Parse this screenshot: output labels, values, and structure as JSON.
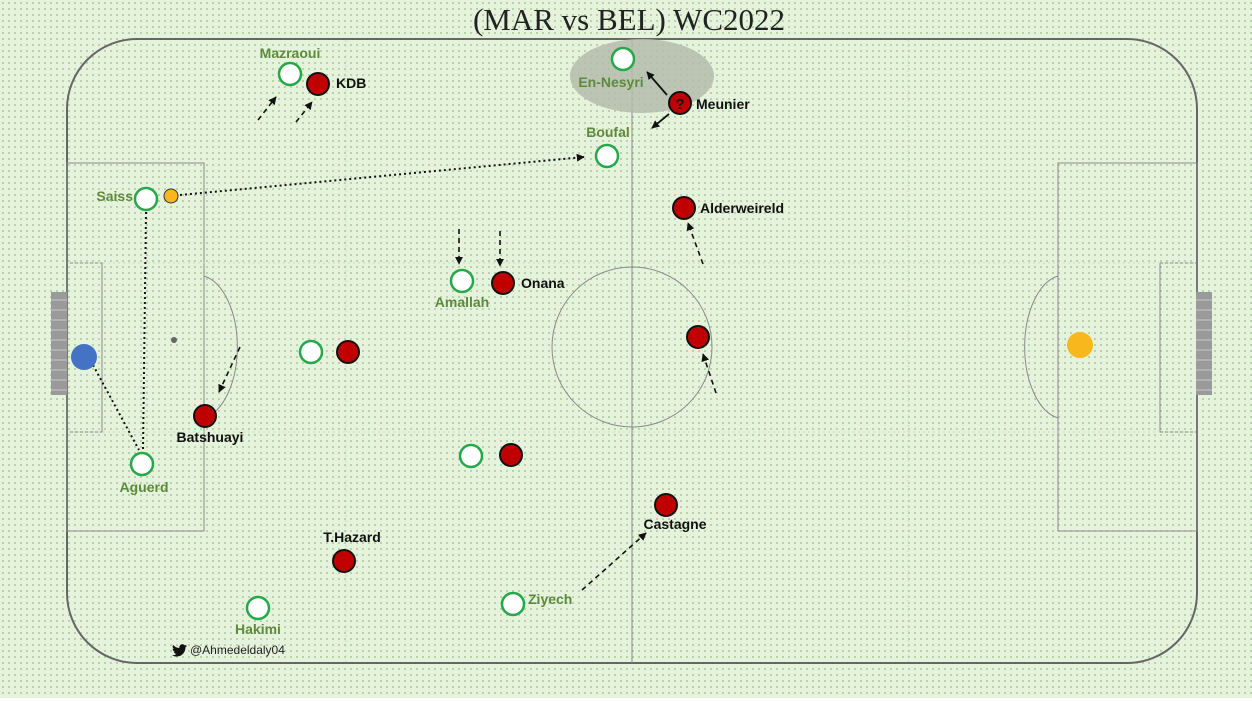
{
  "title": "(MAR vs BEL) WC2022",
  "credit": {
    "handle": "@Ahmedeldaly04",
    "icon": "twitter-icon"
  },
  "colors": {
    "morocco_text": "#5e8a3c",
    "morocco_ring": "#25a84a",
    "belgium_fill": "#c00000",
    "belgium_text": "#111111",
    "ball": "#f8b81d",
    "goalkeeper_blue": "#4472c4",
    "highlight": "#b4bcad"
  },
  "morocco": {
    "mazraoui": "Mazraoui",
    "en_nesyri": "En-Nesyri",
    "boufal": "Boufal",
    "saiss": "Saiss",
    "amallah": "Amallah",
    "aguerd": "Aguerd",
    "hakimi": "Hakimi",
    "ziyech": "Ziyech"
  },
  "belgium": {
    "kdb": "KDB",
    "meunier": "Meunier",
    "meunier_marker": "?",
    "alderweireld": "Alderweireld",
    "onana": "Onana",
    "batshuayi": "Batshuayi",
    "t_hazard": "T.Hazard",
    "castagne": "Castagne"
  }
}
